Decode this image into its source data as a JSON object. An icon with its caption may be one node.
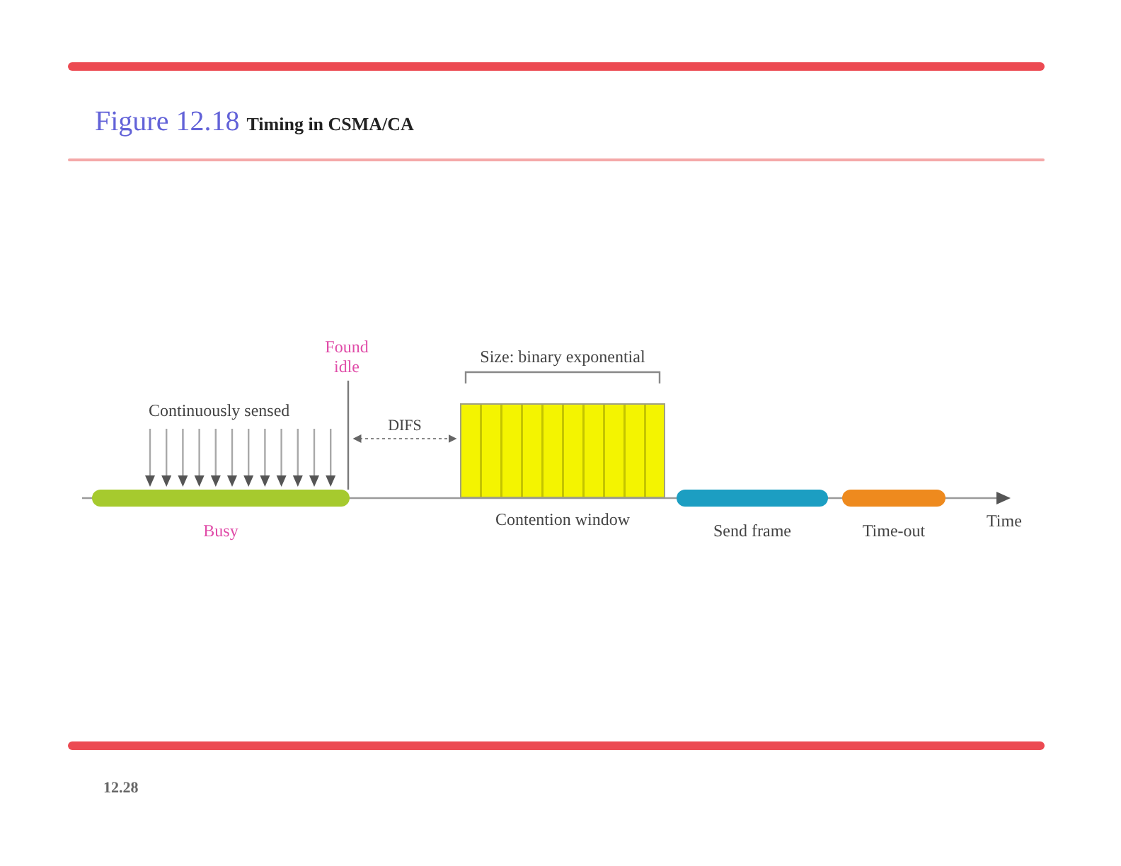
{
  "diagram": {
    "title": "Figure 12.18 **Timing in CSMA/CA**",
    "nodes": [
      {
        "text": [
          "Found idle"
        ]
      },
      {
        "text": [
          "Busy"
        ]
      },
      {
        "text": [
          "Contention window"
        ],
        "beside": [
          "Size: binary exponential"
        ]
      },
      {
        "text": [
          "Send frame"
        ]
      },
      {
        "text": [
          "Time-out"
        ]
      }
    ],
    "edges": [
      {
        "from": 0,
        "to": 1,
        "arrow": "none"
      }
    ],
    "labels": [
      "Continuously sensed",
      "DIFS",
      "Time",
      "12.28"
    ]
  }
}
